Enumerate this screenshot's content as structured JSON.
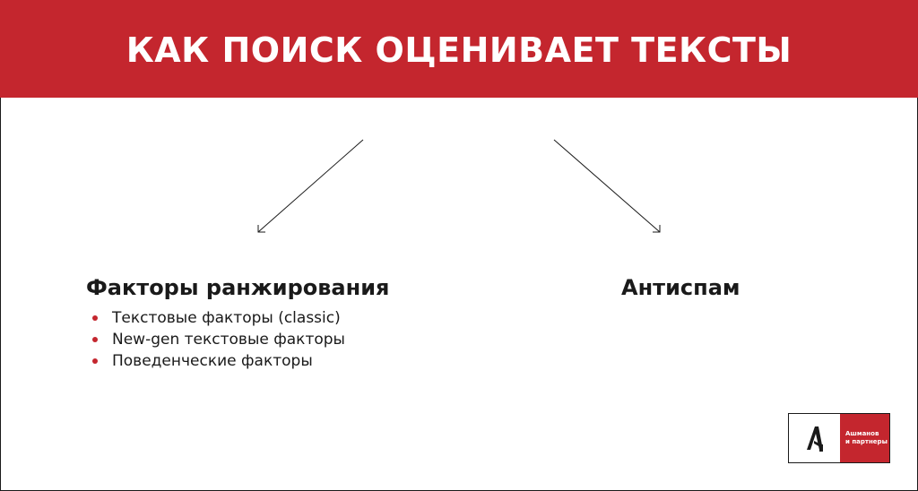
{
  "title": "КАК ПОИСК ОЦЕНИВАЕТ ТЕКСТЫ",
  "left_column": {
    "heading": "Факторы ранжирования",
    "items": [
      "Текстовые факторы (classic)",
      "New-gen текстовые факторы",
      "Поведенческие факторы"
    ]
  },
  "right_column": {
    "heading": "Антиспам"
  },
  "logo": {
    "line1": "Ашманов",
    "line2": "и партнеры",
    "icon": "ashmanov-logo-icon"
  },
  "colors": {
    "accent": "#c4262e",
    "text": "#1a1a1a",
    "background": "#ffffff"
  }
}
